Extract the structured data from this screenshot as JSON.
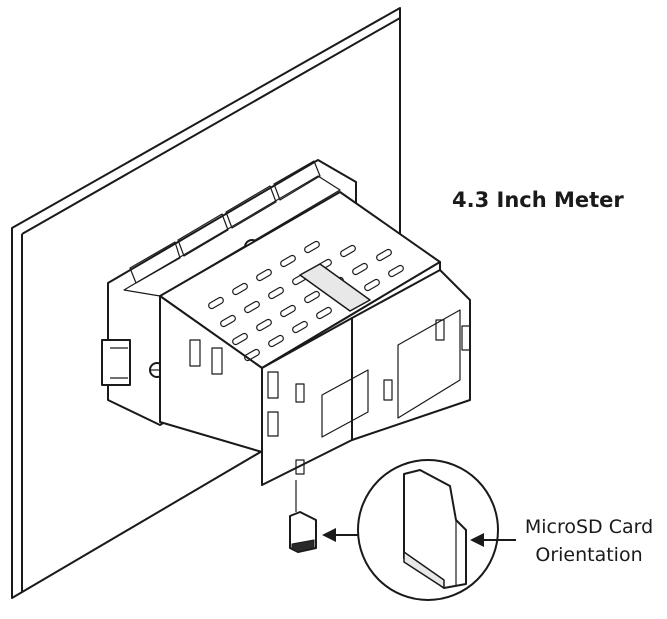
{
  "diagram": {
    "title": "4.3 Inch Meter",
    "callout_line1": "MicroSD Card",
    "callout_line2": "Orientation"
  }
}
